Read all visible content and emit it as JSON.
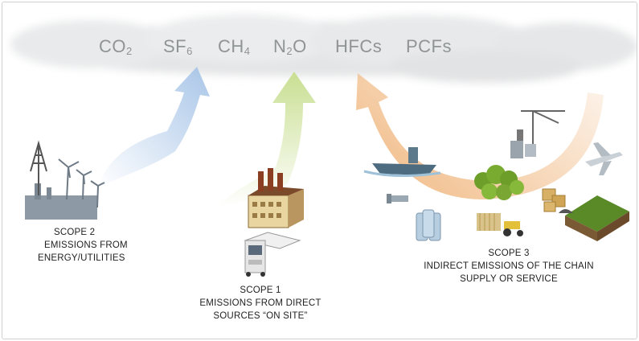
{
  "gases": [
    {
      "base": "CO",
      "sub": "2"
    },
    {
      "base": "SF",
      "sub": "6"
    },
    {
      "base": "CH",
      "sub": "4"
    },
    {
      "base": "N",
      "sub": "2",
      "tail": "O"
    },
    {
      "base": "HFCs",
      "sub": ""
    },
    {
      "base": "PCFs",
      "sub": ""
    }
  ],
  "scope2": {
    "title": "SCOPE 2",
    "line1": "EMISSIONS FROM",
    "line2": "ENERGY/UTILITIES"
  },
  "scope1": {
    "title": "SCOPE 1",
    "line1": "EMISSIONS FROM DIRECT",
    "line2": "SOURCES “ON SITE”"
  },
  "scope3": {
    "title": "SCOPE 3",
    "line1": "INDIRECT EMISSIONS OF THE CHAIN",
    "line2": "SUPPLY OR SERVICE"
  },
  "colors": {
    "cloud": "#e6e7e8",
    "gas_text": "#8f9497",
    "scope2_arrow": "#a9c6e8",
    "scope1_arrow": "#c9df92",
    "scope3_arrow": "#f2c08f",
    "label_text": "#222222"
  }
}
